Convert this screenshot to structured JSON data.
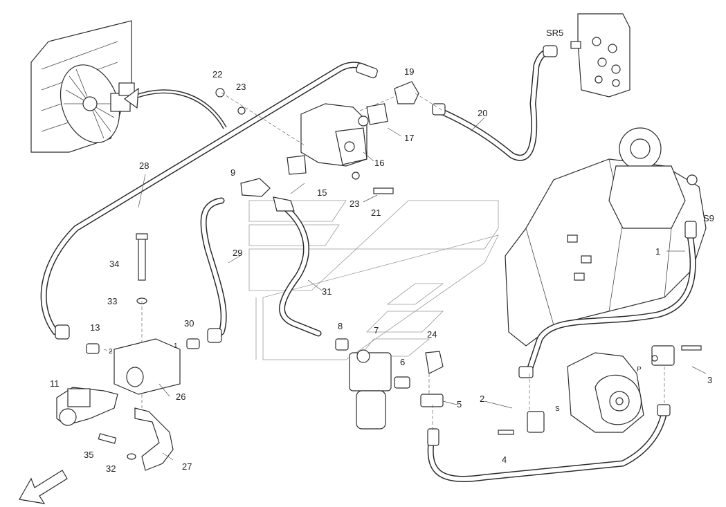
{
  "labels": [
    {
      "text": "22"
    },
    {
      "text": "23"
    },
    {
      "text": "19"
    },
    {
      "text": "SR5"
    },
    {
      "text": "20"
    },
    {
      "text": "17"
    },
    {
      "text": "16"
    },
    {
      "text": "28"
    },
    {
      "text": "9"
    },
    {
      "text": "15"
    },
    {
      "text": "23"
    },
    {
      "text": "21"
    },
    {
      "text": "S9"
    },
    {
      "text": "1"
    },
    {
      "text": "29"
    },
    {
      "text": "34"
    },
    {
      "text": "31"
    },
    {
      "text": "33"
    },
    {
      "text": "13"
    },
    {
      "text": "30"
    },
    {
      "text": "8"
    },
    {
      "text": "7"
    },
    {
      "text": "24"
    },
    {
      "text": "2"
    },
    {
      "text": "1"
    },
    {
      "text": "6"
    },
    {
      "text": "11"
    },
    {
      "text": "26"
    },
    {
      "text": "5"
    },
    {
      "text": "P"
    },
    {
      "text": "3"
    },
    {
      "text": "2"
    },
    {
      "text": "S"
    },
    {
      "text": "35"
    },
    {
      "text": "27"
    },
    {
      "text": "4"
    },
    {
      "text": "32"
    }
  ]
}
